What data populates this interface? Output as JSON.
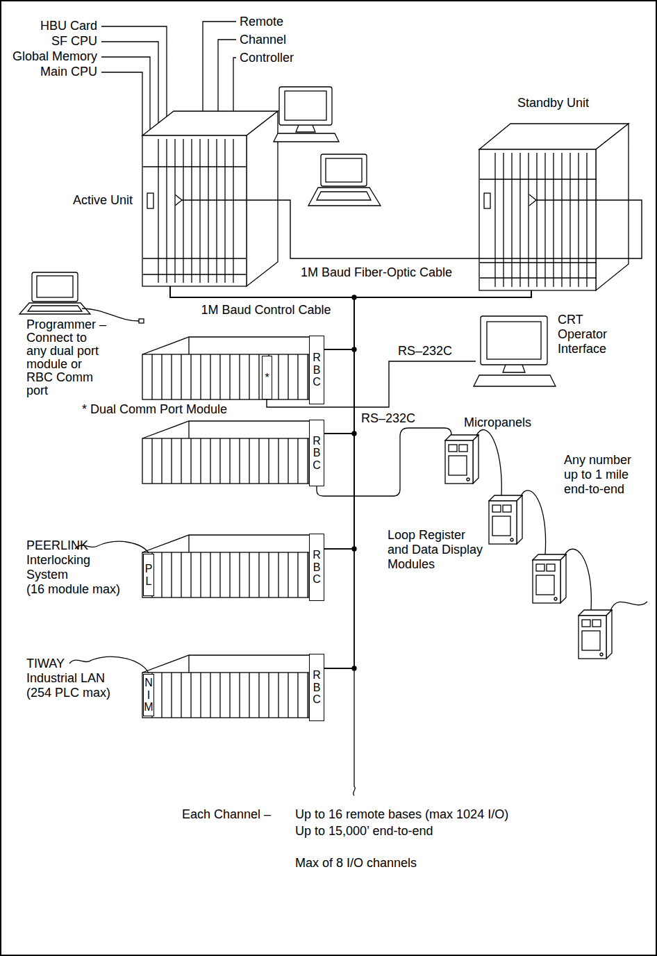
{
  "diagram": {
    "nodes": [
      {
        "text": [
          "Active Unit"
        ]
      },
      {
        "text": [
          "Standby Unit"
        ]
      },
      {
        "text": [
          "Programmer – Connect to any dual port module or RBC Comm port"
        ]
      },
      {
        "text": [
          "*"
        ]
      },
      {
        "text": [
          "RBC"
        ]
      },
      {
        "text": [
          "CRT Operator Interface"
        ]
      },
      {
        "text": [
          "RBC"
        ]
      },
      {
        "text": [
          "PL"
        ]
      },
      {
        "text": [
          "RBC"
        ]
      },
      {
        "text": [
          "NIM"
        ]
      },
      {
        "text": [
          "RBC"
        ]
      }
    ],
    "edges": [
      {
        "from": 0,
        "to": 1,
        "label": "1M Baud Fiber-Optic Cable",
        "arrow": "none"
      },
      {
        "from": 0,
        "to": 4,
        "label": "1M Baud Control Cable",
        "arrow": "none"
      },
      {
        "from": 1,
        "to": 4,
        "arrow": "none"
      },
      {
        "from": 0,
        "to": 6,
        "arrow": "none"
      },
      {
        "from": 0,
        "to": 8,
        "arrow": "none"
      },
      {
        "from": 0,
        "to": 10,
        "arrow": "none"
      },
      {
        "from": 1,
        "to": 6,
        "arrow": "none"
      },
      {
        "from": 1,
        "to": 8,
        "arrow": "none"
      },
      {
        "from": 1,
        "to": 10,
        "arrow": "none"
      },
      {
        "from": 3,
        "to": 5,
        "label": "RS–232C",
        "arrow": "none"
      }
    ],
    "labels": [
      "HBU Card",
      "SF CPU",
      "Global Memory",
      "Main CPU",
      "Remote Channel Controller",
      "* Dual Comm Port Module",
      "RS–232C",
      "Micropanels",
      "Any number up to 1 mile end-to-end",
      "Loop Register and Data Display Modules",
      "PEERLINK Interlocking System",
      "(16 module max)",
      "TIWAY Industrial LAN",
      "(254 PLC max)",
      "Each Channel –",
      "Up to 16 remote bases (max 1024 I/O)",
      "Up to 15,000’ end-to-end",
      "Max of 8 I/O channels"
    ]
  }
}
